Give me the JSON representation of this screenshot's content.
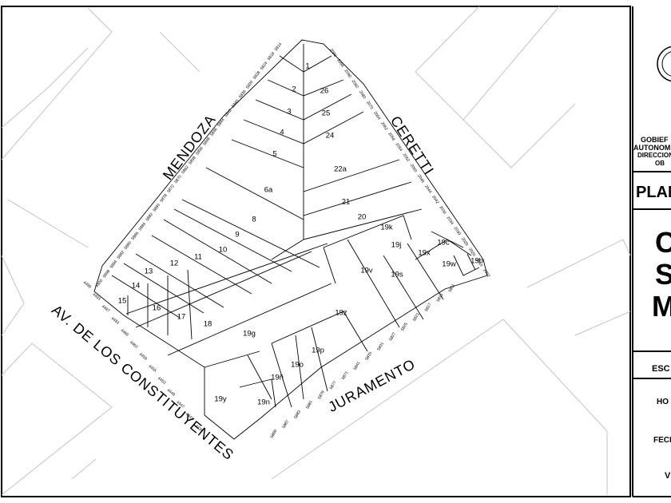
{
  "map": {
    "streets": {
      "mendoza": "MENDOZA",
      "ceretti": "CERETTI",
      "constituyentes": "AV. DE LOS CONSTITUYENTES",
      "juramento": "JURAMENTO"
    },
    "lots": [
      "1",
      "2",
      "3",
      "4",
      "5",
      "6a",
      "8",
      "9",
      "10",
      "11",
      "12",
      "13",
      "14",
      "15",
      "16",
      "17",
      "18",
      "19g",
      "19y",
      "19n",
      "19ñ",
      "19o",
      "19p",
      "19z",
      "19v",
      "19s",
      "19w",
      "19b",
      "19c",
      "19x",
      "19j",
      "19k",
      "20",
      "21",
      "22a",
      "24",
      "25",
      "26"
    ],
    "door_numbers": {
      "mendoza": [
        "5814",
        "5818",
        "5824",
        "5828",
        "5830",
        "5836",
        "5840",
        "5842",
        "5844",
        "5846",
        "5848",
        "5856",
        "5858",
        "5862",
        "5870",
        "5872",
        "5878",
        "5880",
        "5882",
        "5884",
        "5886",
        "5890",
        "5892",
        "5894",
        "5898",
        "5900"
      ],
      "ceretti": [
        "2098",
        "2094",
        "2090",
        "2082",
        "2080",
        "2070",
        "2064",
        "2062",
        "2058",
        "2054",
        "2052",
        "2050",
        "2048",
        "2044",
        "2042",
        "2036",
        "2034",
        "2030",
        "2028",
        "2020",
        "2014",
        "2002"
      ],
      "constituyentes": [
        "4499",
        "4493",
        "4487",
        "4483",
        "4469",
        "4463",
        "4459",
        "4455",
        "4453",
        "4449",
        "4447",
        "4441",
        "4435"
      ],
      "juramento": [
        "5811",
        "5815",
        "5817",
        "5821",
        "5825",
        "5827",
        "5831",
        "5835",
        "5841",
        "5871",
        "5877",
        "5879",
        "5881",
        "5883",
        "5887",
        "5889"
      ]
    }
  },
  "title_block": {
    "lines": [
      "GOBIEF",
      "AUTONOM",
      "DIRECCION",
      "OB",
      "PLAN",
      "C",
      "S",
      "M",
      "ESC",
      "HO",
      "FECI",
      "V"
    ]
  }
}
